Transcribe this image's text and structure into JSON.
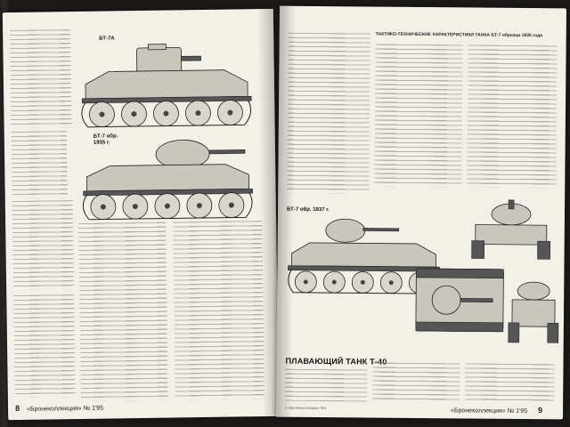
{
  "left_page": {
    "figure_labels": [
      "БТ-7А",
      "БТ-7 обр. 1935 г."
    ],
    "footer_number": "8",
    "footer_text": "«Бронеколлекция» № 1'95"
  },
  "right_page": {
    "specs_title": "ТАКТИКО-ТЕХНИЧЕСКИЕ ХАРАКТЕРИСТИКИ ТАНКА БТ-7 образца 1935 года",
    "figure_label": "БТ-7 обр. 1937 г.",
    "section_heading": "ПЛАВАЮЩИЙ ТАНК Т-40",
    "footer_text": "«Бронеколлекция» № 1'95",
    "footer_number": "9",
    "footer_small": "2 «Бронеколлекция» №1"
  },
  "colors": {
    "paper": "#f3f0e8",
    "ink": "#222222",
    "background": "#1c1a18"
  }
}
